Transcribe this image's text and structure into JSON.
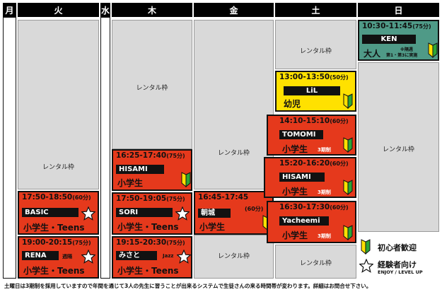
{
  "days": {
    "mon": "月",
    "tue": "火",
    "wed": "水",
    "thu": "木",
    "fri": "金",
    "sat": "土",
    "sun": "日"
  },
  "rental": "レンタル枠",
  "classes": {
    "tue_basic": {
      "time": "17:50-18:50",
      "dur": "(60分)",
      "teacher": "BASIC",
      "grade": "小学生・Teens"
    },
    "tue_rena": {
      "time": "19:00-20:15",
      "dur": "(75分)",
      "teacher": "RENA",
      "note": "週隔",
      "grade": "小学生・Teens"
    },
    "thu_hisami": {
      "time": "16:25-17:40",
      "dur": "(75分)",
      "teacher": "HISAMI",
      "grade": "小学生"
    },
    "thu_sori": {
      "time": "17:50-19:05",
      "dur": "(75分)",
      "teacher": "SORI",
      "grade": "小学生・Teens"
    },
    "thu_misato": {
      "time": "19:15-20:30",
      "dur": "(75分)",
      "teacher": "みさと",
      "note": "Jazz",
      "grade": "小学生・Teens"
    },
    "fri_asagi": {
      "time": "16:45-17:45",
      "dur": "(60分)",
      "teacher": "朝城",
      "grade": "小学生"
    },
    "sat_lil": {
      "time": "13:00-13:50",
      "dur": "(50分)",
      "teacher": "LiL",
      "grade": "幼児"
    },
    "sat_tomomi": {
      "time": "14:10-15:10",
      "dur": "(60分)",
      "teacher": "TOMOMI",
      "note": "3期制",
      "grade": "小学生"
    },
    "sat_hisami": {
      "time": "15:20-16:20",
      "dur": "(60分)",
      "teacher": "HISAMI",
      "note": "3期制",
      "grade": "小学生"
    },
    "sat_yacheemi": {
      "time": "16:30-17:30",
      "dur": "(60分)",
      "teacher": "Yacheemi",
      "note": "3期制",
      "grade": "小学生"
    },
    "sun_ken": {
      "time": "10:30-11:45",
      "dur": "(75分)",
      "teacher": "KEN",
      "note1": "※隔週",
      "note2": "第1・第3に実施",
      "grade": "大人"
    }
  },
  "legend": {
    "beginner": "初心者歓迎",
    "experienced": "経験者向け",
    "experienced_sub": "ENJOY / LEVEL UP"
  },
  "footer": "土曜日は3期制を採用していますので年間を通じて3人の先生に習うことが出来るシステムで生徒さんの来る時間帯が変わります。詳細はお問合せ下さい。",
  "colors": {
    "red": "#e5391c",
    "yellow": "#ffe100",
    "teal": "#4f9a87",
    "gray": "#d9d9d9"
  }
}
